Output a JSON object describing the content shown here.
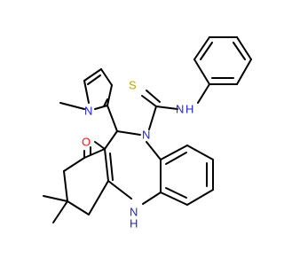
{
  "colors": {
    "carbon_bond": "#000000",
    "nitrogen": "#1f1fd6",
    "oxygen": "#ff0d0d",
    "sulfur": "#b8a800",
    "background": "#ffffff"
  },
  "atoms": {
    "n_pyrrole": "N",
    "n_amide": "N",
    "h_amide": "H",
    "n_ring": "N",
    "n_amine": "N",
    "h_amine": "H",
    "o_keto": "O",
    "s_thio": "S"
  }
}
